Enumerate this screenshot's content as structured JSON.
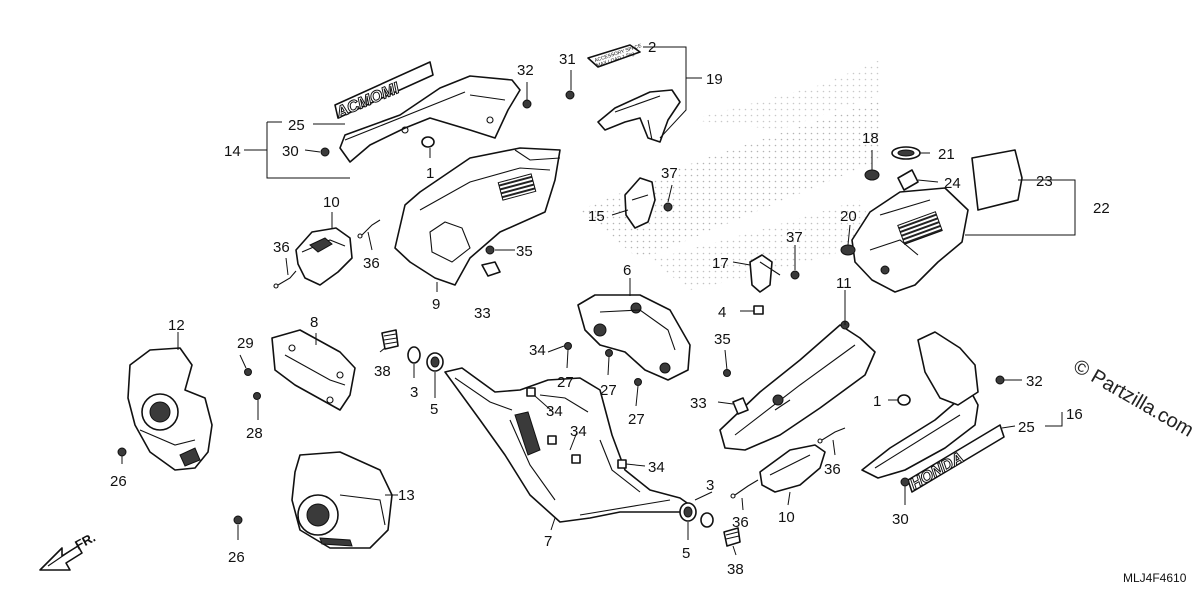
{
  "diagram": {
    "callouts": [
      "1",
      "2",
      "3",
      "4",
      "5",
      "6",
      "7",
      "8",
      "9",
      "10",
      "11",
      "12",
      "13",
      "14",
      "15",
      "16",
      "17",
      "18",
      "19",
      "20",
      "21",
      "22",
      "23",
      "24",
      "25",
      "26",
      "27",
      "28",
      "29",
      "30",
      "31",
      "32",
      "33",
      "34",
      "35",
      "36",
      "37",
      "38"
    ],
    "drawing_code": "MLJ4F4610",
    "watermark": "© Partzilla.com",
    "front_arrow": "FR.",
    "logo_left": "ACMOMI",
    "logo_right": "HONDA",
    "label_lines": [
      "ACCESSORY SPACE",
      "MAX LOAD 1.5kg"
    ]
  }
}
